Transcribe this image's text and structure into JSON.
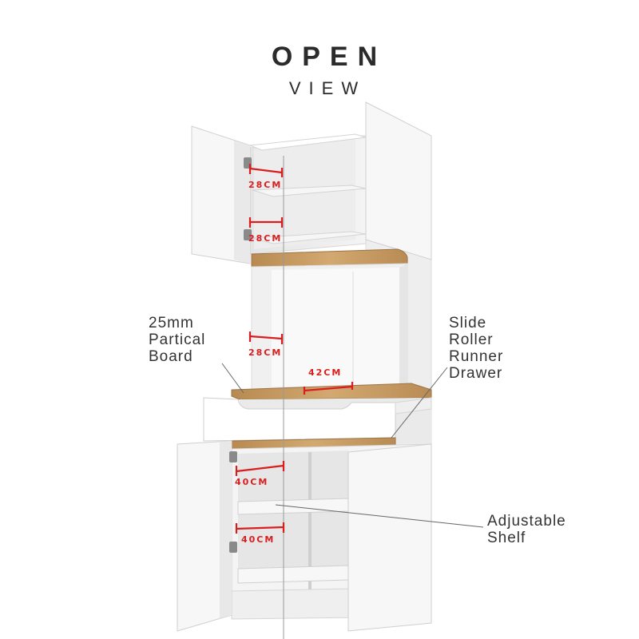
{
  "title": {
    "main": "OPEN",
    "sub": "VIEW"
  },
  "callouts": {
    "board": {
      "line1": "25mm",
      "line2": "Partical",
      "line3": "Board"
    },
    "drawer": {
      "line1": "Slide",
      "line2": "Roller",
      "line3": "Runner",
      "line4": "Drawer"
    },
    "shelf": {
      "line1": "Adjustable",
      "line2": "Shelf"
    }
  },
  "dimensions": {
    "upper_shelf_1": "28CM",
    "upper_shelf_2": "28CM",
    "middle_height": "28CM",
    "worktop_depth": "42CM",
    "lower_shelf_1": "40CM",
    "lower_shelf_2": "40CM"
  },
  "colors": {
    "dimension_red": "#d81e1e",
    "cabinet_white": "#f7f7f7",
    "wood_oak": "#c49a63",
    "text_dark": "#2b2b2b"
  }
}
